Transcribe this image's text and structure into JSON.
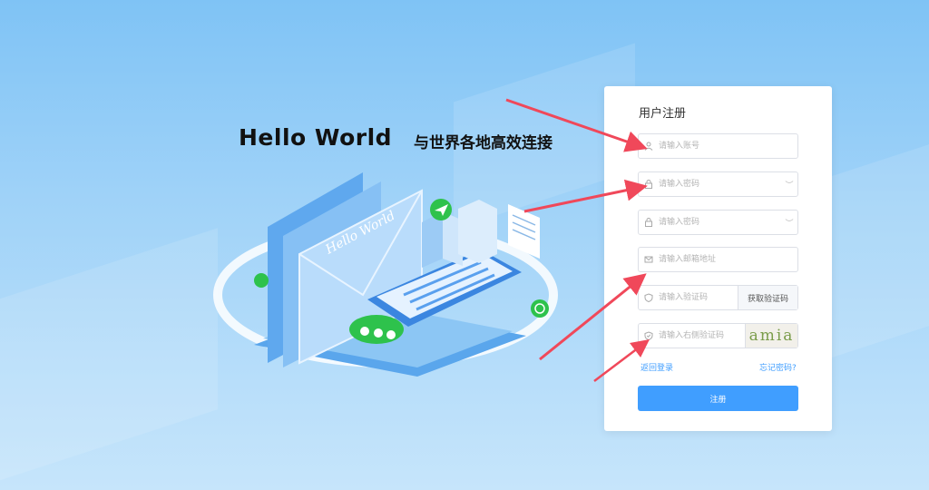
{
  "hero": {
    "title": "Hello World",
    "subtitle": "与世界各地高效连接",
    "envelope_text": "Hello World"
  },
  "form": {
    "title": "用户注册",
    "fields": {
      "account_placeholder": "请输入账号",
      "password_placeholder": "请输入密码",
      "confirm_placeholder": "请输入密码",
      "email_placeholder": "请输入邮箱地址",
      "code_placeholder": "请输入验证码",
      "captcha_placeholder": "请输入右侧验证码"
    },
    "get_code_label": "获取验证码",
    "captcha_text": "amia",
    "back_login_label": "返回登录",
    "forgot_label": "忘记密码?",
    "submit_label": "注册"
  },
  "icons": {
    "account": "user-icon",
    "password": "lock-icon",
    "email": "mail-icon",
    "code": "shield-icon",
    "captcha": "shield-check-icon",
    "eye": "eye-closed-icon"
  },
  "colors": {
    "primary": "#409eff",
    "arrow": "#f0485a",
    "bg_top": "#7fc3f5"
  }
}
